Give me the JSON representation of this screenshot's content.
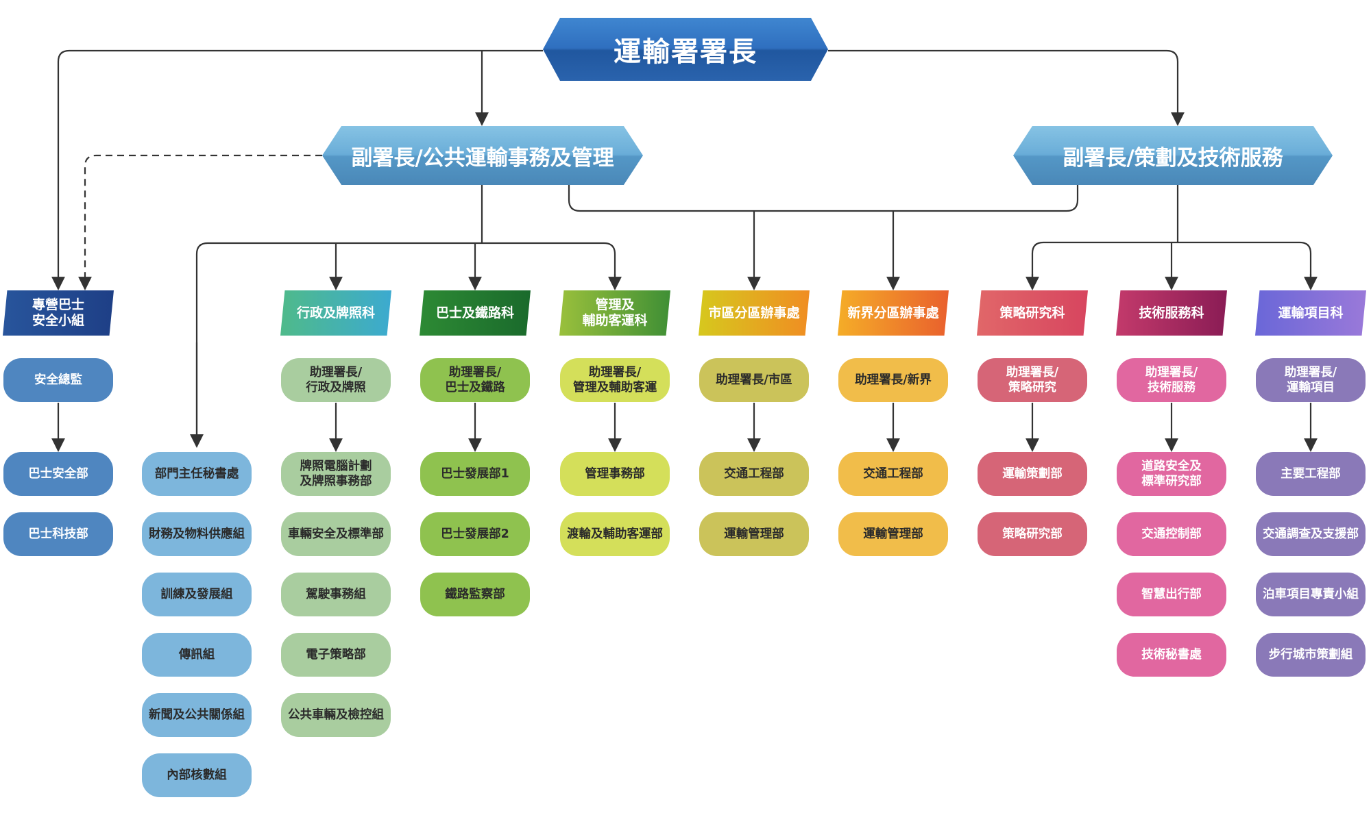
{
  "top": {
    "label": "運輸署署長"
  },
  "deputies": [
    {
      "label": "副署長/公共運輸事務及管理"
    },
    {
      "label": "副署長/策劃及技術服務"
    }
  ],
  "columns": [
    {
      "head": "專營巴士\n安全小組",
      "items": [
        "安全總監",
        "巴士安全部",
        "巴士科技部"
      ],
      "head_colors": [
        "#28559c",
        "#1e3f86"
      ],
      "item_color": "#4f86c0",
      "text": "light"
    },
    {
      "head": "",
      "items": [
        "部門主任秘書處",
        "財務及物料供應組",
        "訓練及發展組",
        "傳訊組",
        "新聞及公共關係組",
        "內部核數組"
      ],
      "head_colors": [],
      "item_color": "#7db6dc",
      "text": "dark"
    },
    {
      "head": "行政及牌照科",
      "items": [
        "助理署長/\n行政及牌照",
        "牌照電腦計劃\n及牌照事務部",
        "車輛安全及標準部",
        "駕駛事務組",
        "電子策略部",
        "公共車輛及檢控組"
      ],
      "head_colors": [
        "#4fba8a",
        "#3caad0"
      ],
      "item_color": "#a9cd9f",
      "text": "dark"
    },
    {
      "head": "巴士及鐵路科",
      "items": [
        "助理署長/\n巴士及鐵路",
        "巴士發展部1",
        "巴士發展部2",
        "鐵路監察部"
      ],
      "head_colors": [
        "#2d8a34",
        "#1a6a2c"
      ],
      "item_color": "#8fc24f",
      "text": "dark"
    },
    {
      "head": "管理及\n輔助客運科",
      "items": [
        "助理署長/\n管理及輔助客運",
        "管理事務部",
        "渡輪及輔助客運部"
      ],
      "head_colors": [
        "#9ac03c",
        "#3f8f35"
      ],
      "item_color": "#d4df5a",
      "text": "dark"
    },
    {
      "head": "市區分區辦事處",
      "items": [
        "助理署長/市區",
        "交通工程部",
        "運輸管理部"
      ],
      "head_colors": [
        "#d6c81e",
        "#f08d22"
      ],
      "item_color": "#cbc35a",
      "text": "dark"
    },
    {
      "head": "新界分區辦事處",
      "items": [
        "助理署長/新界",
        "交通工程部",
        "運輸管理部"
      ],
      "head_colors": [
        "#f5ad28",
        "#e9602d"
      ],
      "item_color": "#f1bd4a",
      "text": "dark"
    },
    {
      "head": "策略研究科",
      "items": [
        "助理署長/\n策略研究",
        "運輸策劃部",
        "策略研究部"
      ],
      "head_colors": [
        "#e16769",
        "#d7455f"
      ],
      "item_color": "#d66577",
      "text": "light"
    },
    {
      "head": "技術服務科",
      "items": [
        "助理署長/\n技術服務",
        "道路安全及\n標準研究部",
        "交通控制部",
        "智慧出行部",
        "技術秘書處"
      ],
      "head_colors": [
        "#c33a6b",
        "#8a1c55"
      ],
      "item_color": "#e167a0",
      "text": "light"
    },
    {
      "head": "運輸項目科",
      "items": [
        "助理署長/\n運輸項目",
        "主要工程部",
        "交通調查及支援部",
        "泊車項目專責小組",
        "步行城市策劃組"
      ],
      "head_colors": [
        "#6a67d8",
        "#9a79d9"
      ],
      "item_color": "#8a79b8",
      "text": "light"
    }
  ]
}
